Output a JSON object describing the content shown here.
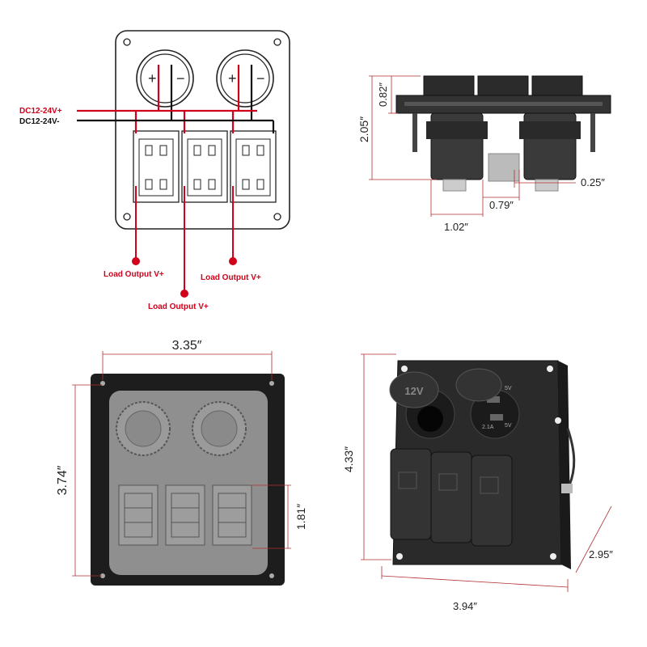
{
  "wiring": {
    "dc_positive": "DC12-24V+",
    "dc_negative": "DC12-24V-",
    "load_output_left": "Load Output V+",
    "load_output_center": "Load Output V+",
    "load_output_right": "Load Output V+",
    "meter_left_plus": "+",
    "meter_left_minus": "−",
    "meter_right_plus": "+",
    "meter_right_minus": "−",
    "colors": {
      "positive_wire": "#d0021b",
      "negative_wire": "#111111"
    }
  },
  "side_view": {
    "dim_body_height": "2.05″",
    "dim_flange_height": "0.82″",
    "dim_thickness": "0.25″",
    "dim_terminal_gap": "0.79″",
    "dim_socket_width": "1.02″"
  },
  "front_outline": {
    "dim_width": "3.35″",
    "dim_height": "3.74″",
    "dim_switch_height": "1.81″"
  },
  "product_view": {
    "dim_height": "4.33″",
    "dim_depth": "2.95″",
    "dim_width": "3.94″",
    "socket_label": "12V",
    "usb_label_top": "5V",
    "usb_label_bottom_1": "5V",
    "usb_label_bottom_2": "2.1A"
  }
}
